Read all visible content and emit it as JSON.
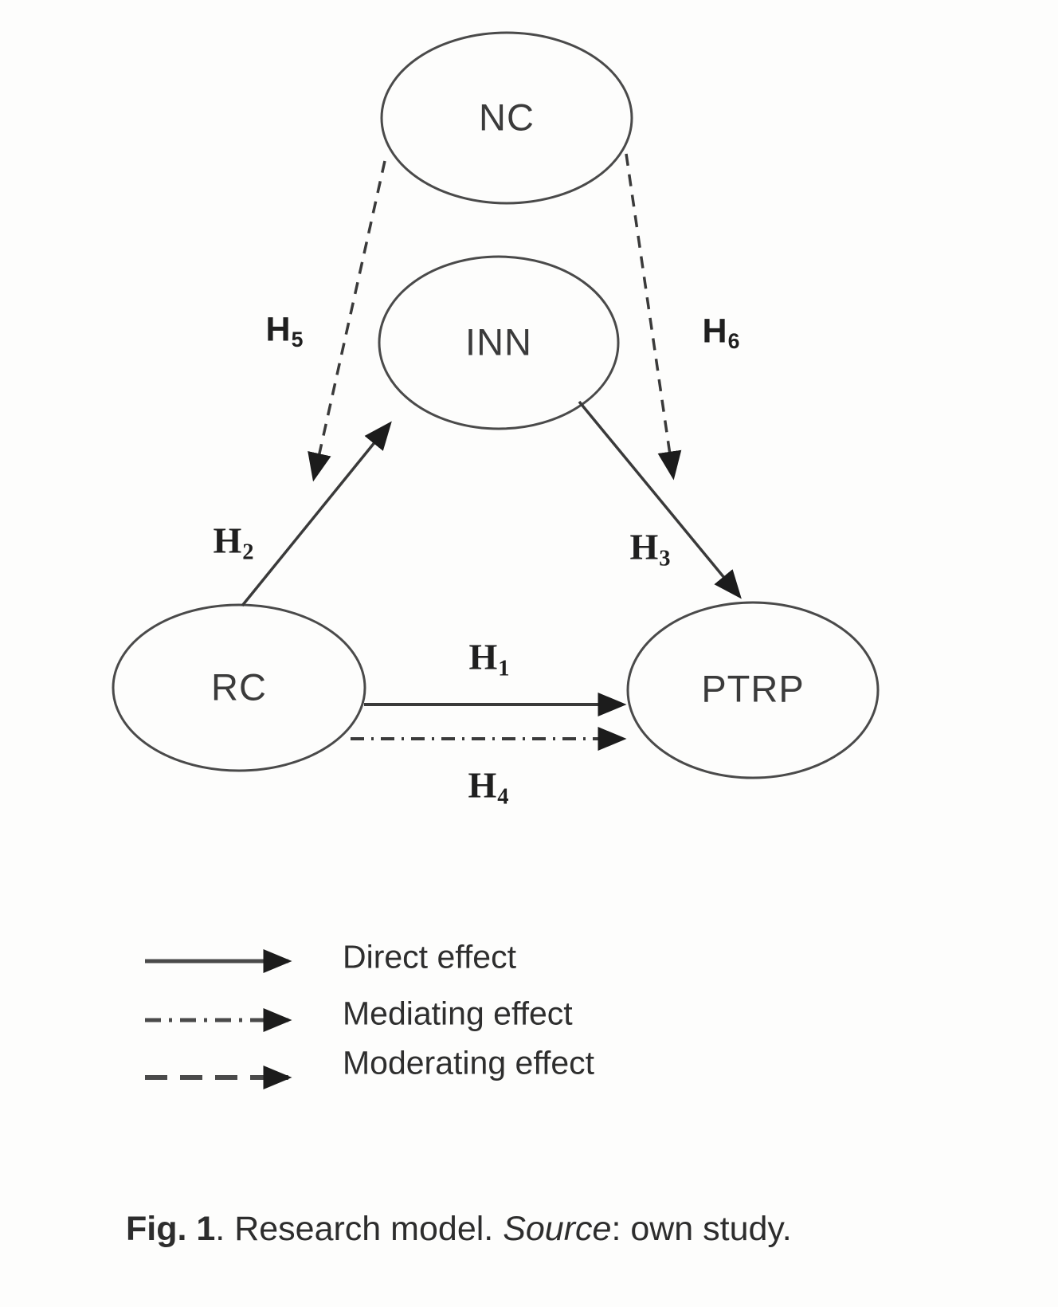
{
  "figure": {
    "nodes": {
      "nc": {
        "label": "NC"
      },
      "inn": {
        "label": "INN"
      },
      "rc": {
        "label": "RC"
      },
      "ptrp": {
        "label": "PTRP"
      }
    },
    "hypotheses": {
      "h1": {
        "base": "H",
        "sub": "1"
      },
      "h2": {
        "base": "H",
        "sub": "2"
      },
      "h3": {
        "base": "H",
        "sub": "3"
      },
      "h4": {
        "base": "H",
        "sub": "4"
      },
      "h5": {
        "base": "H",
        "sub": "5"
      },
      "h6": {
        "base": "H",
        "sub": "6"
      }
    },
    "edges": {
      "h1": {
        "from": "RC",
        "to": "PTRP",
        "style": "solid",
        "meaning": "direct effect"
      },
      "h2": {
        "from": "RC",
        "to": "INN",
        "style": "solid",
        "meaning": "direct effect"
      },
      "h3": {
        "from": "INN",
        "to": "PTRP",
        "style": "solid",
        "meaning": "direct effect"
      },
      "h4": {
        "from": "RC",
        "to": "PTRP",
        "style": "dash-dot",
        "meaning": "mediating effect"
      },
      "h5": {
        "from": "NC",
        "to": "RC-INN path",
        "style": "dashed",
        "meaning": "moderating effect"
      },
      "h6": {
        "from": "NC",
        "to": "INN-PTRP path",
        "style": "dashed",
        "meaning": "moderating effect"
      }
    },
    "legend": {
      "direct": {
        "label": "Direct effect",
        "style": "solid"
      },
      "mediating": {
        "label": "Mediating effect",
        "style": "dash-dot"
      },
      "moderating": {
        "label": "Moderating effect",
        "style": "dashed"
      }
    },
    "caption": {
      "fig_label": "Fig. 1",
      "after_fig": ". Research model. ",
      "source_word": "Source",
      "after_source": ": own study."
    },
    "colors": {
      "ellipse_stroke": "#4a4a4a",
      "line": "#3a3a3a",
      "arrowhead": "#1c1c1c",
      "text": "#2e2e2e",
      "background": "#fdfdfc"
    }
  }
}
